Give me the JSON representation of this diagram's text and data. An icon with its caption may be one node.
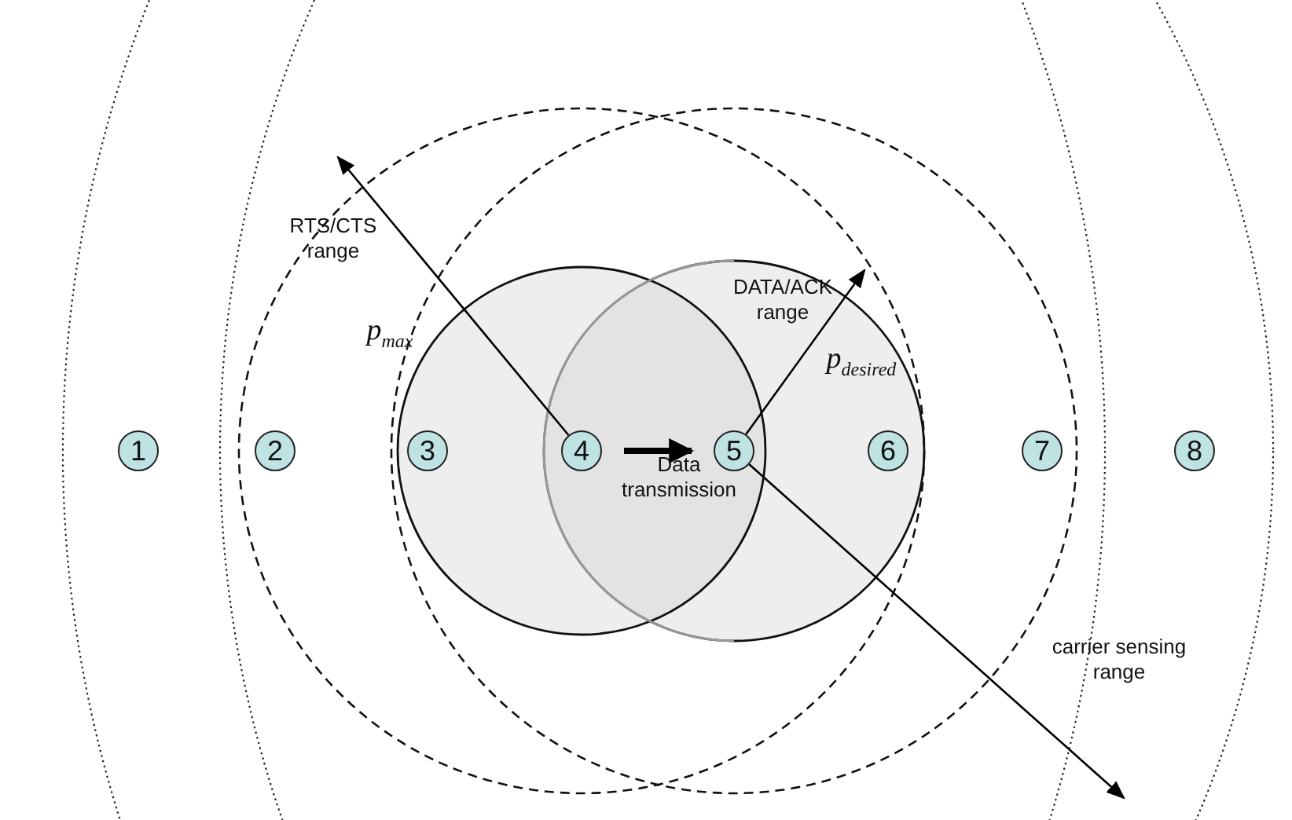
{
  "diagram": {
    "nodes": [
      {
        "text": [
          "1"
        ]
      },
      {
        "text": [
          "2"
        ]
      },
      {
        "text": [
          "3"
        ]
      },
      {
        "text": [
          "4"
        ]
      },
      {
        "text": [
          "5"
        ]
      },
      {
        "text": [
          "6"
        ]
      },
      {
        "text": [
          "7"
        ]
      },
      {
        "text": [
          "8"
        ]
      }
    ],
    "edges": [
      {
        "from": 3,
        "to": 4,
        "arrow": "to",
        "style": "thick"
      },
      {
        "from": 3,
        "to": null,
        "arrow": "to"
      },
      {
        "from": 4,
        "to": null,
        "arrow": "to"
      },
      {
        "from": 4,
        "to": null,
        "arrow": "to"
      }
    ],
    "labels": [
      "RTS/CTS range",
      "p$_{max}$",
      "DATA/ACK range",
      "p$_{desired}$",
      "Data transmission",
      "carrier sensing range"
    ]
  }
}
